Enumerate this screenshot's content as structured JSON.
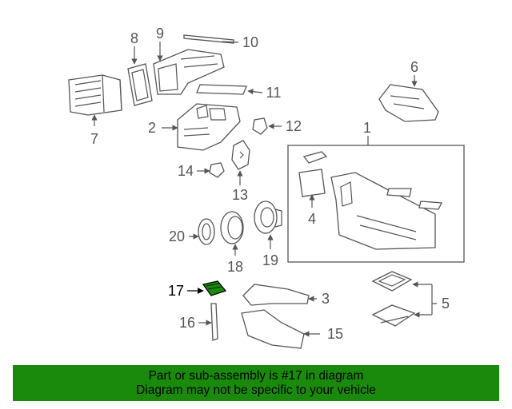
{
  "callouts": [
    "1",
    "2",
    "3",
    "4",
    "5",
    "6",
    "7",
    "8",
    "9",
    "10",
    "11",
    "12",
    "13",
    "14",
    "15",
    "16",
    "17",
    "18",
    "19",
    "20"
  ],
  "highlight_color": "#1a8a0c",
  "banner": {
    "line1": "Part or sub-assembly is #17 in diagram",
    "line2": "Diagram may not be specific to your vehicle"
  }
}
